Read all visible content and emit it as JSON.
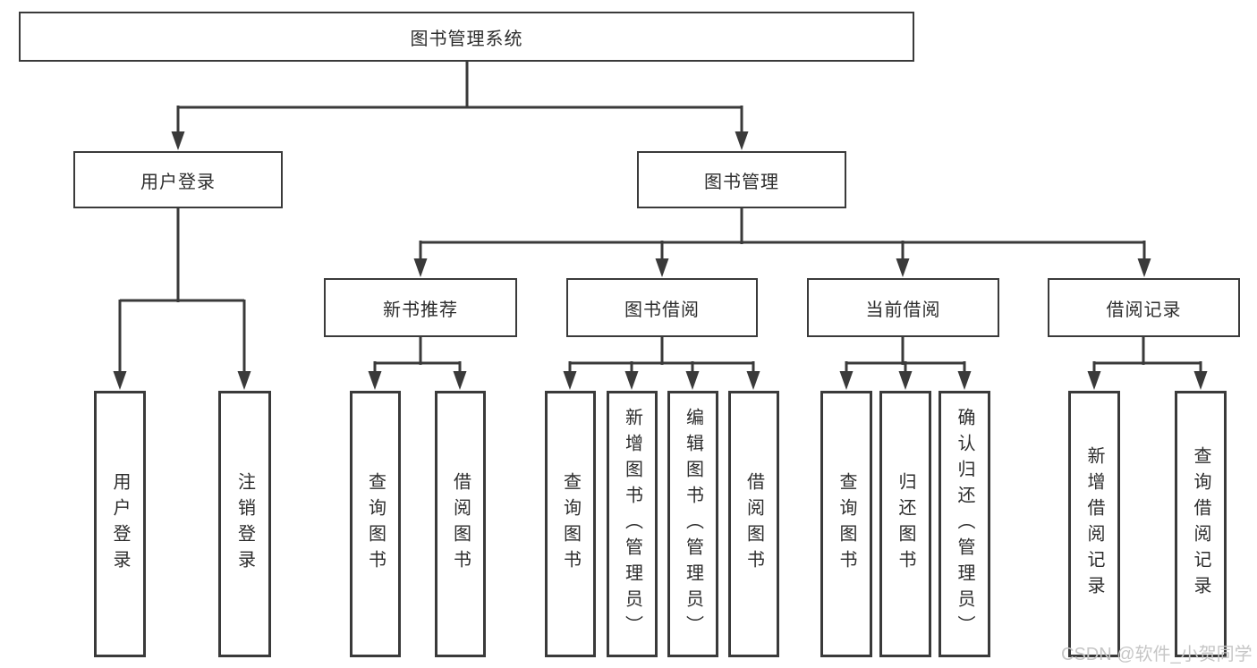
{
  "diagram": {
    "root": {
      "label": "图书管理系统"
    },
    "branches": [
      {
        "label": "用户登录",
        "children": [
          {
            "label": "用户登录"
          },
          {
            "label": "注销登录"
          }
        ]
      },
      {
        "label": "图书管理",
        "children": [
          {
            "label": "新书推荐",
            "children": [
              {
                "label": "查询图书"
              },
              {
                "label": "借阅图书"
              }
            ]
          },
          {
            "label": "图书借阅",
            "children": [
              {
                "label": "查询图书"
              },
              {
                "label": "新增图书（管理员）"
              },
              {
                "label": "编辑图书（管理员）"
              },
              {
                "label": "借阅图书"
              }
            ]
          },
          {
            "label": "当前借阅",
            "children": [
              {
                "label": "查询图书"
              },
              {
                "label": "归还图书"
              },
              {
                "label": "确认归还（管理员）"
              }
            ]
          },
          {
            "label": "借阅记录",
            "children": [
              {
                "label": "新增借阅记录"
              },
              {
                "label": "查询借阅记录"
              }
            ]
          }
        ]
      }
    ]
  },
  "watermark": {
    "text": "CSDN @软件_小贺同学",
    "color": "#c6c6c6"
  },
  "colors": {
    "line": "#3a3a3a",
    "text": "#2d2d2d",
    "background": "#ffffff"
  }
}
